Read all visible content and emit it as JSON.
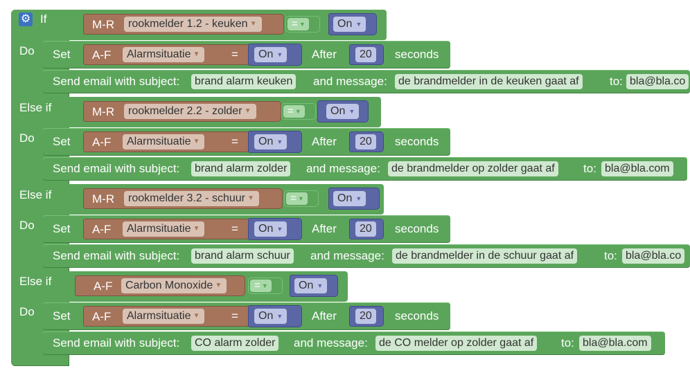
{
  "keywords": {
    "if": "If",
    "else_if": "Else if",
    "do": "Do",
    "set": "Set",
    "after": "After",
    "seconds": "seconds",
    "send_subject": "Send email with subject:",
    "and_message": "and message:",
    "to": "to:"
  },
  "branches": [
    {
      "condition": {
        "type": "M-R",
        "device": "rookmelder 1.2 - keuken",
        "operator": "=",
        "value": "On"
      },
      "set": {
        "type": "A-F",
        "device": "Alarmsituatie",
        "operator": "=",
        "value": "On",
        "delay": "20"
      },
      "email": {
        "subject": "brand alarm keuken",
        "message": "de brandmelder in de keuken gaat af",
        "to": "bla@bla.co"
      }
    },
    {
      "condition": {
        "type": "M-R",
        "device": "rookmelder 2.2 - zolder",
        "operator": "=",
        "value": "On"
      },
      "set": {
        "type": "A-F",
        "device": "Alarmsituatie",
        "operator": "=",
        "value": "On",
        "delay": "20"
      },
      "email": {
        "subject": "brand alarm zolder",
        "message": "de brandmelder op zolder gaat af",
        "to": "bla@bla.com"
      }
    },
    {
      "condition": {
        "type": "M-R",
        "device": "rookmelder 3.2 - schuur",
        "operator": "=",
        "value": "On"
      },
      "set": {
        "type": "A-F",
        "device": "Alarmsituatie",
        "operator": "=",
        "value": "On",
        "delay": "20"
      },
      "email": {
        "subject": "brand alarm schuur",
        "message": "de brandmelder in de schuur gaat af",
        "to": "bla@bla.co"
      }
    },
    {
      "condition": {
        "type": "A-F",
        "device": "Carbon Monoxide",
        "operator": "=",
        "value": "On"
      },
      "set": {
        "type": "A-F",
        "device": "Alarmsituatie",
        "operator": "=",
        "value": "On",
        "delay": "20"
      },
      "email": {
        "subject": "CO alarm zolder",
        "message": "de CO melder op zolder gaat af",
        "to": "bla@bla.com"
      }
    }
  ],
  "icons": {
    "settings": "gear-icon",
    "dropdown": "chevron-down-icon"
  },
  "colors": {
    "logic": "#5ba55b",
    "device": "#a5745b",
    "value": "#5b67a5",
    "gear": "#3c73c0"
  }
}
